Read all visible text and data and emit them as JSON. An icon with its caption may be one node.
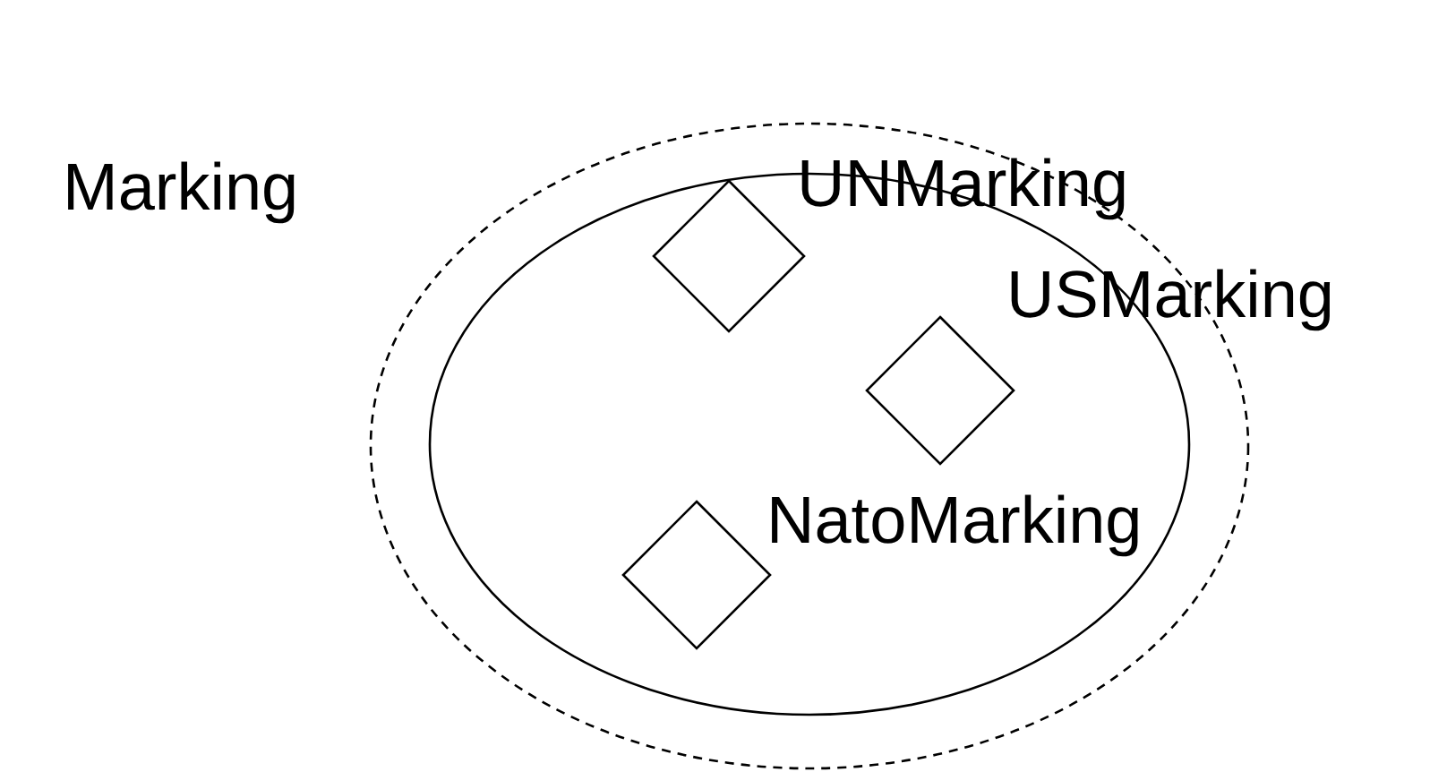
{
  "diagram": {
    "nodes": [
      {
        "text": [
          "Marking"
        ]
      },
      {
        "text": [],
        "shape": "ellipse",
        "in": 0
      },
      {
        "text": [],
        "shape": "diamond",
        "beside": [
          "UNMarking"
        ],
        "in": 1
      },
      {
        "text": [],
        "shape": "diamond",
        "beside": [
          "USMarking"
        ],
        "in": 1
      },
      {
        "text": [],
        "shape": "diamond",
        "beside": [
          "NatoMarking"
        ],
        "in": 1
      }
    ]
  }
}
